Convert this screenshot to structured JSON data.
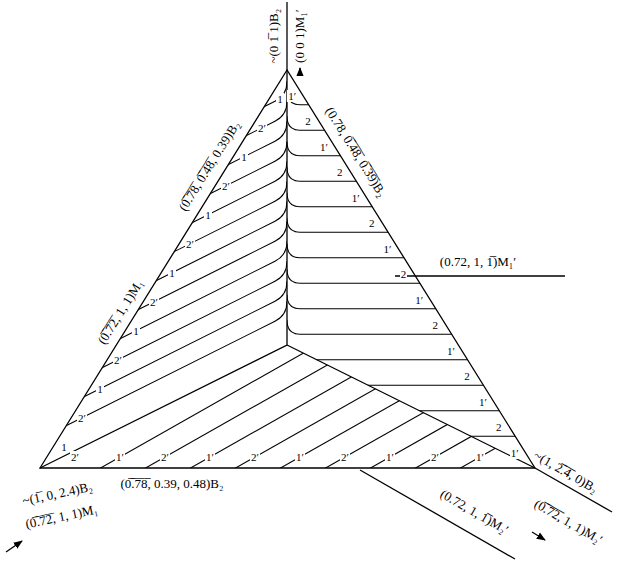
{
  "diagram": {
    "labels": [
      "~(0 1̅ 1)B₂",
      "(0 0 1)M₁′",
      "(0̅.̅7̅8̅, 0̅.̅4̅8̅, 0.39)B₂",
      "(0̅.̅7̅2̅, 1, 1)M₁",
      "(0.78, 0̅.̅4̅8̅, 0̅.̅3̅9̅)B₂",
      "(0.72, 1, 1̅)M₁′",
      "~(1̅, 0, 2.4)B₂",
      "(0̅.̅7̅2̅, 1, 1)M₁",
      "(0̅.̅7̅8̅, 0.39, 0.48)B₂",
      "(0.72, 1, 1̅)M₂′",
      "~(1, 2̅.̅4̅, 0)B₂",
      "(0̅.̅7̅2̅, 1, 1)M₂′",
      "1",
      "2′",
      "1",
      "2′",
      "1",
      "2′",
      "1",
      "2′",
      "1",
      "2′",
      "1",
      "2′",
      "1",
      "1′",
      "2",
      "1′",
      "2",
      "1′",
      "2",
      "1′",
      "2",
      "1′",
      "2",
      "1′",
      "2",
      "1′",
      "2",
      "1′",
      "2′",
      "1′",
      "2′",
      "1′",
      "2′",
      "1′",
      "2′",
      "1′",
      "2′",
      "1′"
    ]
  }
}
